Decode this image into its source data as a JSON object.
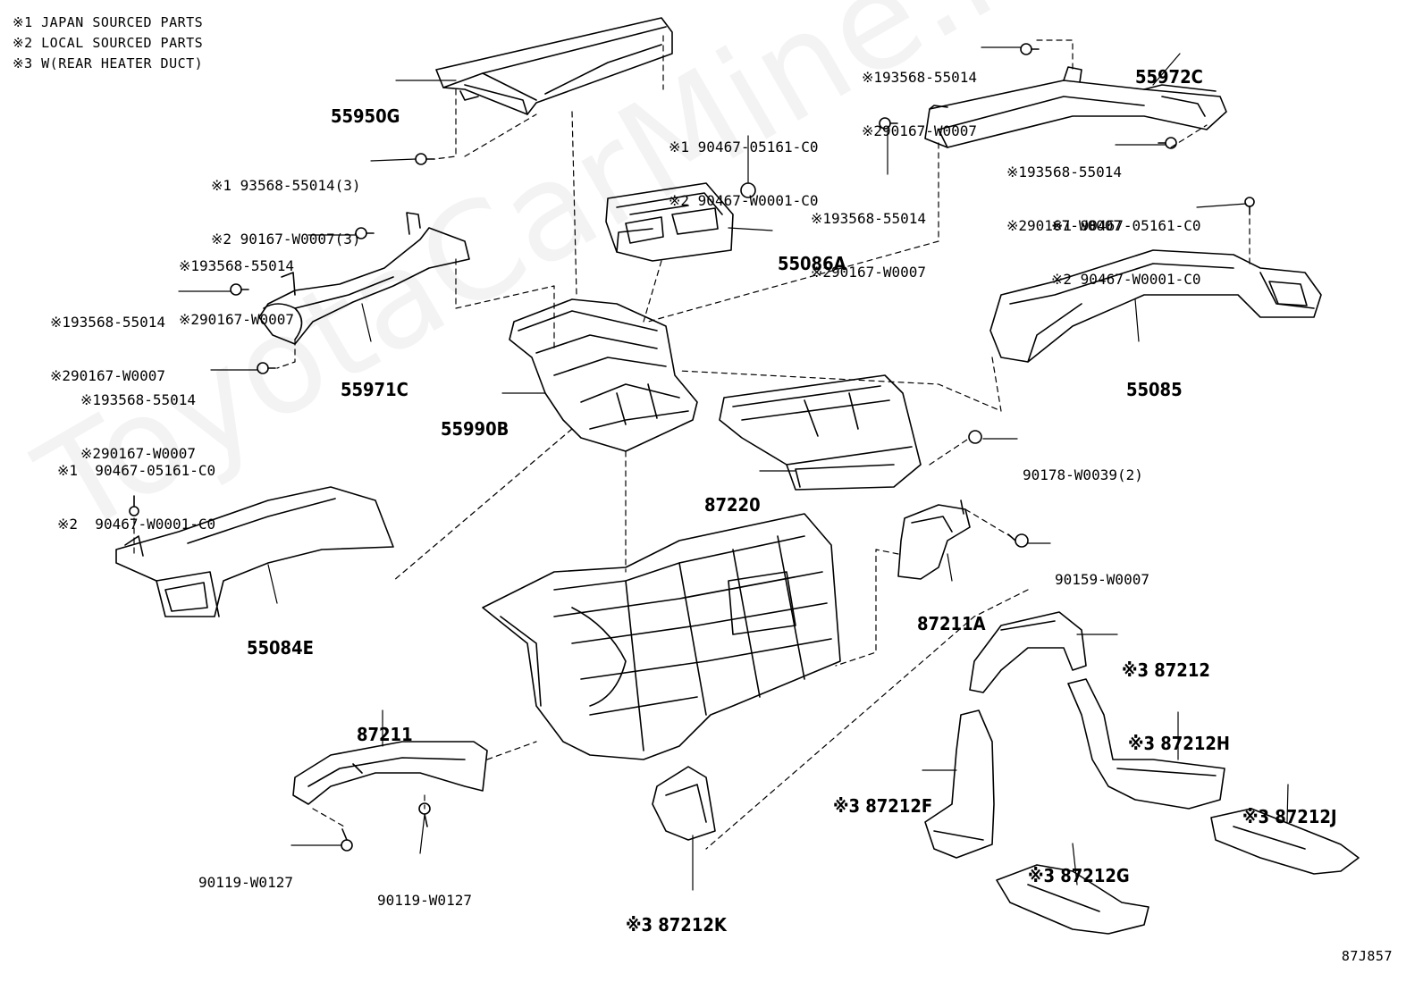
{
  "notes": [
    "※1 JAPAN SOURCED PARTS",
    "※2 LOCAL SOURCED PARTS",
    "※3 W(REAR HEATER DUCT)"
  ],
  "watermark": "ToyotaCarMine.ru",
  "diagram_ref": "87J857",
  "parts": [
    {
      "id": "p55950G",
      "lines": [
        "55950G"
      ],
      "big": true
    },
    {
      "id": "p55972C",
      "lines": [
        "55972C"
      ],
      "big": true
    },
    {
      "id": "pFastTop1",
      "lines": [
        "※1 93568-55014(3)",
        "※2 90167-W0007(3)"
      ]
    },
    {
      "id": "pFastTopR",
      "lines": [
        "※193568-55014",
        "※290167-W0007"
      ]
    },
    {
      "id": "pClipMid",
      "lines": [
        "※1 90467-05161-C0",
        "※2 90467-W0001-C0"
      ]
    },
    {
      "id": "pFastR2",
      "lines": [
        "※193568-55014",
        "※290167-W0007"
      ]
    },
    {
      "id": "pFastR3",
      "lines": [
        "※193568-55014",
        "※290167-W0007"
      ]
    },
    {
      "id": "p55086A",
      "lines": [
        "55086A"
      ],
      "big": true
    },
    {
      "id": "pClipR",
      "lines": [
        "※1 90467-05161-C0",
        "※2 90467-W0001-C0"
      ]
    },
    {
      "id": "pFastL1",
      "lines": [
        "※193568-55014",
        "※290167-W0007"
      ]
    },
    {
      "id": "pFastL2",
      "lines": [
        "※193568-55014",
        "※290167-W0007"
      ]
    },
    {
      "id": "p55971C",
      "lines": [
        "55971C"
      ],
      "big": true
    },
    {
      "id": "p55085",
      "lines": [
        "55085"
      ],
      "big": true
    },
    {
      "id": "pFastL3",
      "lines": [
        "※193568-55014",
        "※290167-W0007"
      ]
    },
    {
      "id": "p55990B",
      "lines": [
        "55990B"
      ],
      "big": true
    },
    {
      "id": "pClipL",
      "lines": [
        "※1  90467-05161-C0",
        "※2  90467-W0001-C0"
      ]
    },
    {
      "id": "p90178",
      "lines": [
        "90178-W0039(2)"
      ]
    },
    {
      "id": "p87220",
      "lines": [
        "87220"
      ],
      "big": true
    },
    {
      "id": "p90159",
      "lines": [
        "90159-W0007"
      ]
    },
    {
      "id": "p87211A",
      "lines": [
        "87211A"
      ],
      "big": true
    },
    {
      "id": "p55084E",
      "lines": [
        "55084E"
      ],
      "big": true
    },
    {
      "id": "p87212",
      "lines": [
        "※3 87212"
      ],
      "big": true
    },
    {
      "id": "p87211",
      "lines": [
        "87211"
      ],
      "big": true
    },
    {
      "id": "p87212H",
      "lines": [
        "※3 87212H"
      ],
      "big": true
    },
    {
      "id": "p87212F",
      "lines": [
        "※3 87212F"
      ],
      "big": true
    },
    {
      "id": "p87212J",
      "lines": [
        "※3 87212J"
      ],
      "big": true
    },
    {
      "id": "p87212G",
      "lines": [
        "※3 87212G"
      ],
      "big": true
    },
    {
      "id": "p90119a",
      "lines": [
        "90119-W0127"
      ]
    },
    {
      "id": "p90119b",
      "lines": [
        "90119-W0127"
      ]
    },
    {
      "id": "p87212K",
      "lines": [
        "※3 87212K"
      ],
      "big": true
    }
  ]
}
